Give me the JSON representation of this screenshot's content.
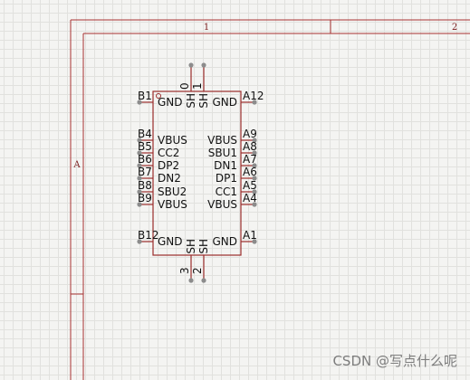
{
  "sheet": {
    "border_color": "#a83232",
    "column_zones": [
      "1",
      "2"
    ],
    "row_zones": [
      "A"
    ]
  },
  "component": {
    "outline_color": "#9b2c2c",
    "pin_color": "#9b2c2c",
    "pin_end_color": "#8c8c8c",
    "left_pins": [
      {
        "num": "B1",
        "label": "GND"
      },
      {
        "num": "B4",
        "label": "VBUS"
      },
      {
        "num": "B5",
        "label": "CC2"
      },
      {
        "num": "B6",
        "label": "DP2"
      },
      {
        "num": "B7",
        "label": "DN2"
      },
      {
        "num": "B8",
        "label": "SBU2"
      },
      {
        "num": "B9",
        "label": "VBUS"
      },
      {
        "num": "B12",
        "label": "GND"
      }
    ],
    "right_pins": [
      {
        "num": "A12",
        "label": "GND"
      },
      {
        "num": "A9",
        "label": "VBUS"
      },
      {
        "num": "A8",
        "label": "SBU1"
      },
      {
        "num": "A7",
        "label": "DN1"
      },
      {
        "num": "A6",
        "label": "DP1"
      },
      {
        "num": "A5",
        "label": "CC1"
      },
      {
        "num": "A4",
        "label": "VBUS"
      },
      {
        "num": "A1",
        "label": "GND"
      }
    ],
    "top_pins": [
      {
        "num": "0",
        "label": "SH"
      },
      {
        "num": "1",
        "label": "SH"
      }
    ],
    "bottom_pins": [
      {
        "num": "3",
        "label": "SH"
      },
      {
        "num": "2",
        "label": "SH"
      }
    ]
  },
  "watermark": "CSDN @写点什么呢"
}
